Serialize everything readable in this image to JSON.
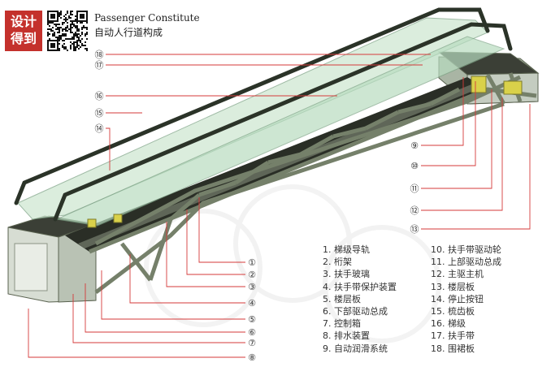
{
  "header": {
    "logo_line1": "设计",
    "logo_line2": "得到",
    "title_en": "Passenger Constitute",
    "title_zh": "自动人行道构成"
  },
  "legend_left": [
    "1. 梯级导轨",
    "2. 桁架",
    "3. 扶手玻璃",
    "4. 扶手带保护装置",
    "5. 楼层板",
    "6. 下部驱动总成",
    "7. 控制箱",
    "8. 排水装置",
    "9. 自动润滑系统"
  ],
  "legend_right": [
    "10. 扶手带驱动轮",
    "11. 上部驱动总成",
    "12. 主驱主机",
    "13. 楼层板",
    "14. 停止按钮",
    "15. 梳齿板",
    "16. 梯级",
    "17. 扶手带",
    "18. 围裙板"
  ],
  "callouts_left": [
    "⑱",
    "⑰",
    "⑯",
    "⑮",
    "⑭"
  ],
  "callouts_right": [
    "⑨",
    "⑩",
    "⑪",
    "⑫",
    "⑬"
  ],
  "callouts_bottom": [
    "①",
    "②",
    "③",
    "④",
    "⑤",
    "⑥",
    "⑦",
    "⑧"
  ],
  "colors": {
    "logo_red": "#c4312c",
    "truss": "#75806a",
    "glass": "#cfe8d2",
    "leader": "#d43a3a",
    "step": "#2a2e26"
  }
}
